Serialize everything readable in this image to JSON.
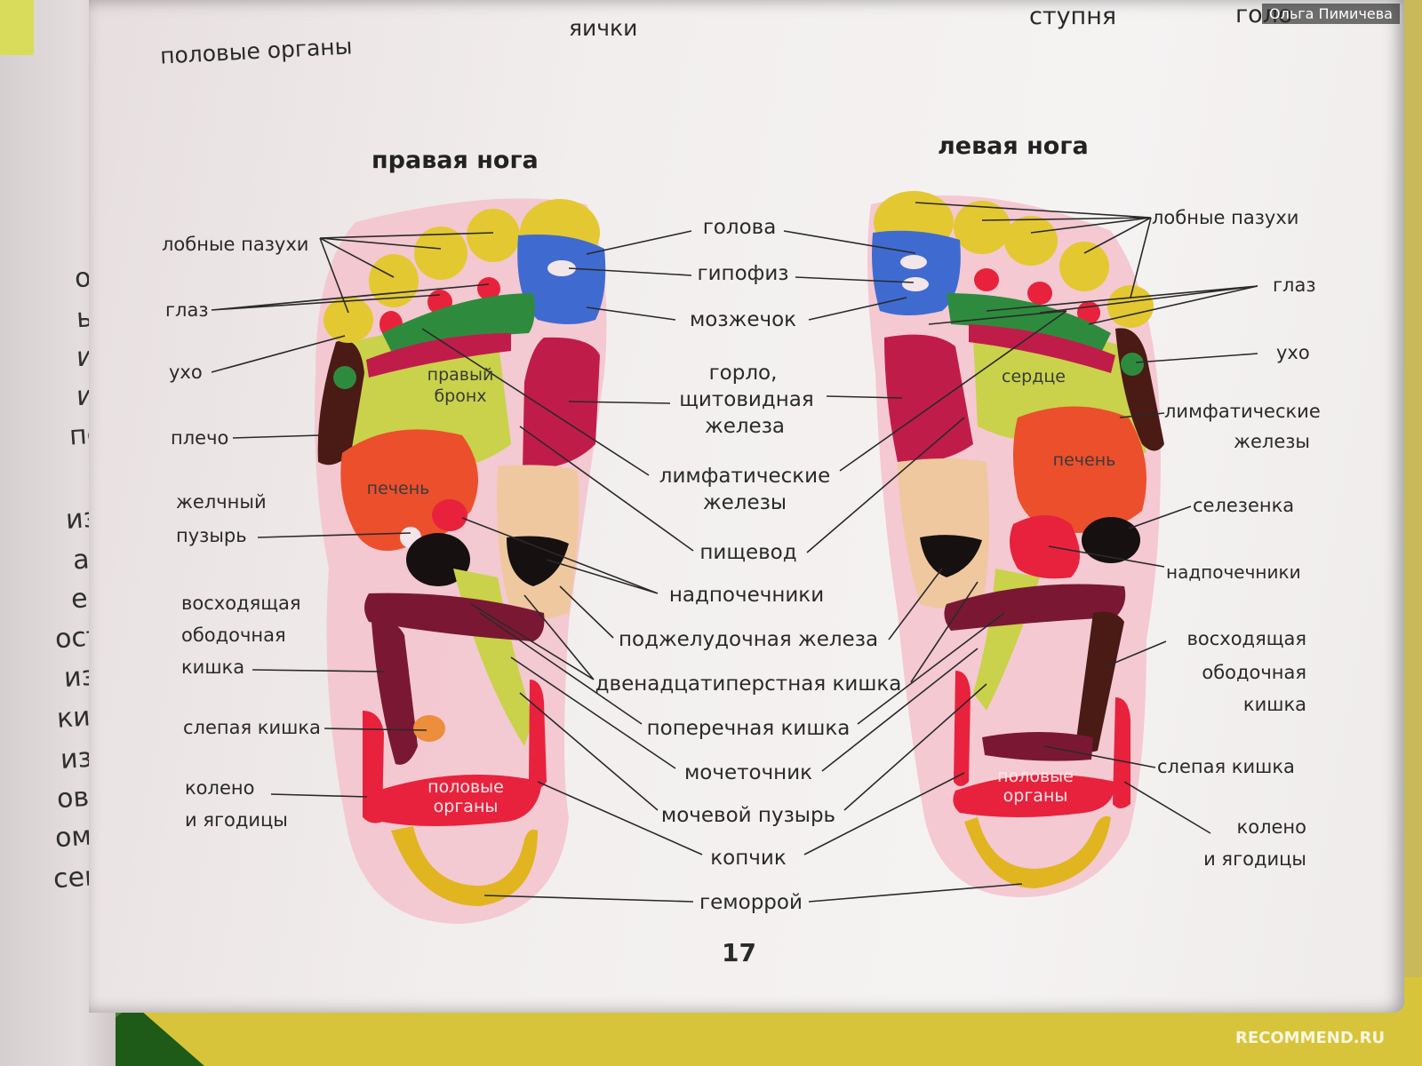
{
  "top_labels": [
    "половые органы",
    "яички",
    "ступня",
    "голо"
  ],
  "headings": {
    "right_foot": "правая нога",
    "left_foot": "левая нога"
  },
  "center_labels": [
    "голова",
    "гипофиз",
    "мозжечок",
    "горло,",
    "щитовидная",
    "железа",
    "лимфатические",
    "железы",
    "пищевод",
    "надпочечники",
    "поджелудочная железа",
    "двенадцатиперстная кишка",
    "поперечная кишка",
    "мочеточник",
    "мочевой пузырь",
    "копчик",
    "геморрой"
  ],
  "right_foot_side_labels": [
    "лобные пазухи",
    "глаз",
    "ухо",
    "плечо",
    "желчный",
    "пузырь",
    "восходящая",
    "ободочная",
    "кишка",
    "слепая кишка",
    "колено",
    "и ягодицы"
  ],
  "left_foot_side_labels": [
    "лобные пазухи",
    "глаз",
    "ухо",
    "лимфатические",
    "железы",
    "селезенка",
    "надпочечники",
    "восходящая",
    "ободочная",
    "кишка",
    "слепая кишка",
    "колено",
    "и ягодицы"
  ],
  "foot_labels": {
    "right_bronchus_1": "правый",
    "right_bronchus_2": "бронх",
    "right_liver": "печень",
    "right_genitals_1": "половые",
    "right_genitals_2": "органы",
    "left_heart": "сердце",
    "left_liver": "печень",
    "left_genitals_1": "половые",
    "left_genitals_2": "органы"
  },
  "left_page_fragments": [
    "ом",
    "ых",
    "их",
    "ие",
    "пе-",
    "изм",
    "ат-",
    "ез-",
    "ость",
    "изм",
    "кие",
    "изм",
    "ово-",
    "омо-",
    "сего"
  ],
  "page_number": "17",
  "author_tag": "Ольга Пимичева",
  "watermark": "RECOMMEND.RU",
  "colors": {
    "yellow": "#e3c832",
    "blue": "#3f6bd1",
    "green": "#2e8b3e",
    "crimson": "#c01c4a",
    "red": "#e8223c",
    "orange": "#ec4f2c",
    "lime": "#c9d24a",
    "brown": "#4a1a14",
    "maroon": "#7a1834",
    "beige": "#f0c8a0",
    "pink": "#f3c2cc",
    "black": "#161010",
    "gold": "#e0b520"
  }
}
